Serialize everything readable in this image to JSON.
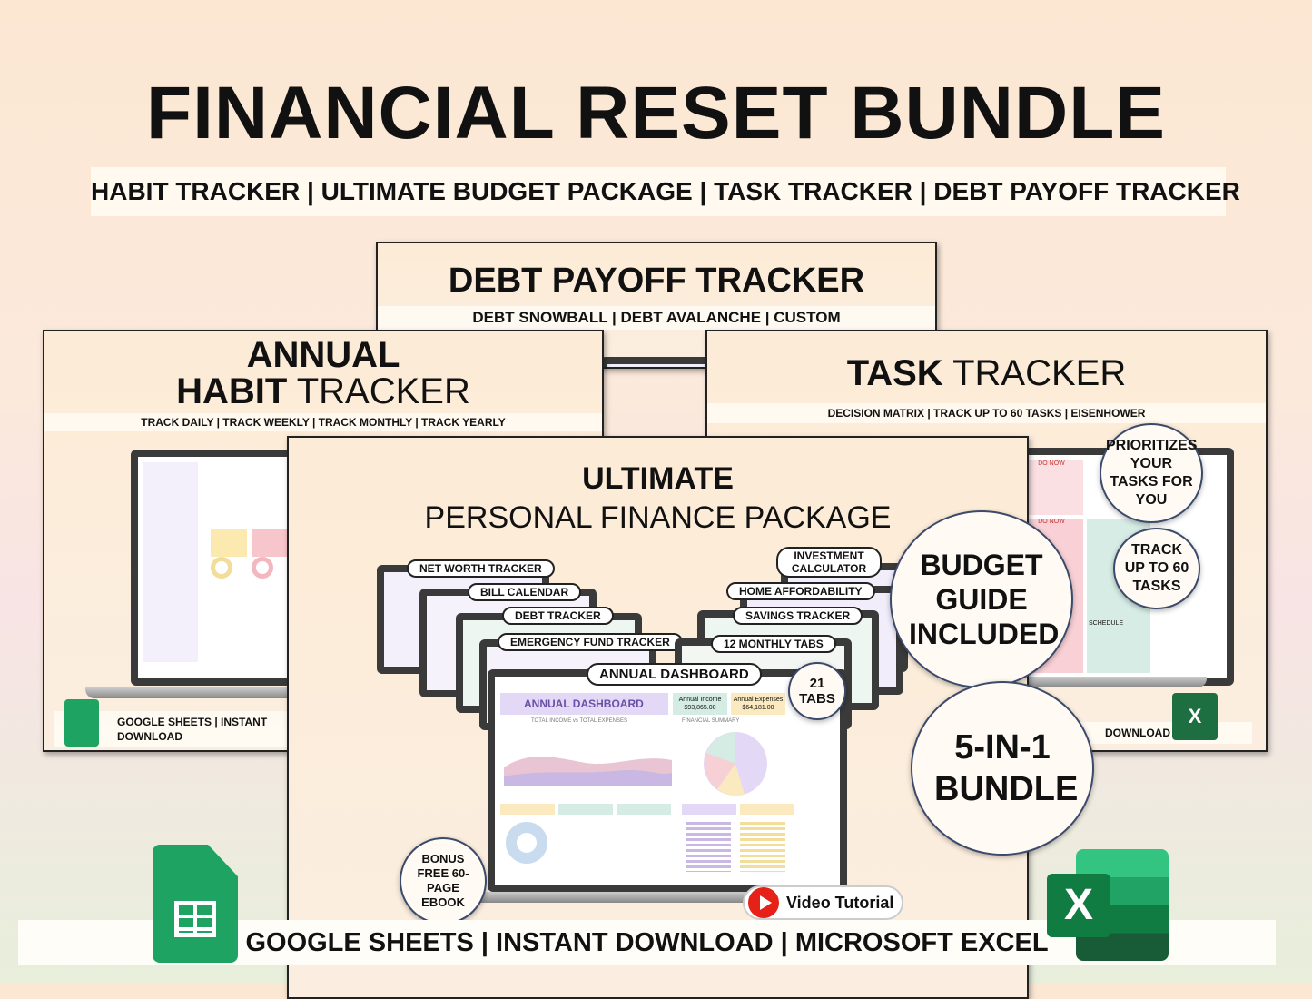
{
  "title": "FINANCIAL RESET BUNDLE",
  "subtitle": "HABIT TRACKER | ULTIMATE BUDGET PACKAGE | TASK TRACKER | DEBT PAYOFF TRACKER",
  "debt_card": {
    "title": "DEBT PAYOFF TRACKER",
    "subtitle": "DEBT SNOWBALL | DEBT AVALANCHE | CUSTOM"
  },
  "habit_card": {
    "title_line1": "ANNUAL",
    "title_bold": "HABIT",
    "title_rest": " TRACKER",
    "subtitle": "TRACK DAILY | TRACK WEEKLY | TRACK MONTHLY | TRACK YEARLY",
    "footer": "GOOGLE SHEETS | INSTANT DOWNLOAD"
  },
  "task_card": {
    "title_bold": "TASK",
    "title_rest": " TRACKER",
    "subtitle": "DECISION MATRIX | TRACK UP TO 60 TASKS | EISENHOWER",
    "footer": "DOWNLOAD",
    "screen_labels": [
      "DO NOW",
      "DO NOW",
      "SCHEDULE"
    ]
  },
  "main_card": {
    "title_line1": "ULTIMATE",
    "title_line2": "PERSONAL FINANCE PACKAGE",
    "tabs_left": [
      "NET WORTH TRACKER",
      "BILL CALENDAR",
      "DEBT TRACKER",
      "EMERGENCY FUND TRACKER"
    ],
    "tabs_right": [
      "INVESTMENT CALCULATOR",
      "HOME AFFORDABILITY",
      "SAVINGS TRACKER",
      "12 MONTHLY TABS"
    ],
    "dashboard_label": "ANNUAL DASHBOARD",
    "dashboard": {
      "heading": "ANNUAL DASHBOARD",
      "income_label": "Annual Income",
      "income": "$93,865.00",
      "expenses_label": "Annual Expenses",
      "expenses": "$64,181.00",
      "chart_title": "TOTAL INCOME vs TOTAL EXPENSES",
      "summary_title": "FINANCIAL SUMMARY"
    },
    "video": "Video Tutorial"
  },
  "badges": {
    "tabs": "21 TABS",
    "budget_guide": "BUDGET GUIDE INCLUDED",
    "bundle": "5-IN-1 BUNDLE",
    "prioritizes": "PRIORITIZES YOUR TASKS FOR YOU",
    "track": "TRACK UP TO 60 TASKS",
    "bonus": "BONUS FREE 60-PAGE EBOOK"
  },
  "footer": "GOOGLE SHEETS | INSTANT DOWNLOAD | MICROSOFT EXCEL",
  "colors": {
    "sheets": "#1ea362",
    "excel": "#1d6f42",
    "youtube": "#e62117",
    "lavender": "#d9ccef",
    "mint": "#cfe8df",
    "peach": "#fbe7d2"
  }
}
